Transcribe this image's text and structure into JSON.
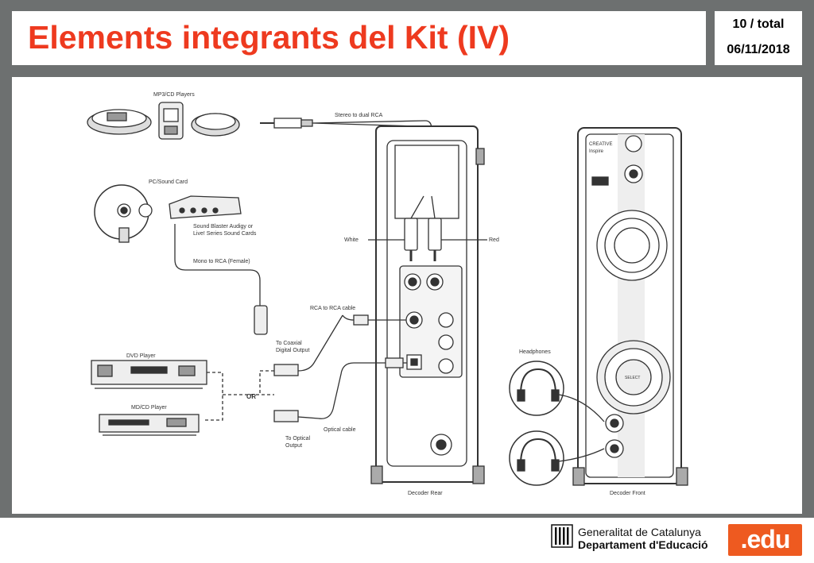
{
  "slide": {
    "title": "Elements integrants del Kit (IV)",
    "page": "10 / total",
    "date": "06/11/2018"
  },
  "diagram": {
    "labels": {
      "mp3_players": "MP3/CD Players",
      "stereo_cable": "Stereo to dual RCA",
      "pc_sound_card": "PC/Sound Card",
      "sound_blaster": "Sound Blaster Audigy or",
      "sound_blaster_2": "Live! Series Sound Cards",
      "mono_rca": "Mono to RCA (Female)",
      "white": "White",
      "red": "Red",
      "rca_cable": "RCA to RCA cable",
      "coaxial": "To Coaxial",
      "coaxial_2": "Digital Output",
      "dvd_player": "DVD Player",
      "md_player": "MD/CD Player",
      "or": "OR",
      "optical_out": "To Optical",
      "optical_out_2": "Output",
      "optical_cable": "Optical cable",
      "decoder_rear": "Decoder Rear",
      "headphones": "Headphones",
      "decoder_front": "Decoder Front",
      "brand": "CREATIVE",
      "model": "Inspire",
      "select": "SELECT"
    }
  },
  "footer": {
    "gen_line1": "Generalitat de Catalunya",
    "gen_line2": "Departament d'Educació",
    "edu": ".edu"
  }
}
